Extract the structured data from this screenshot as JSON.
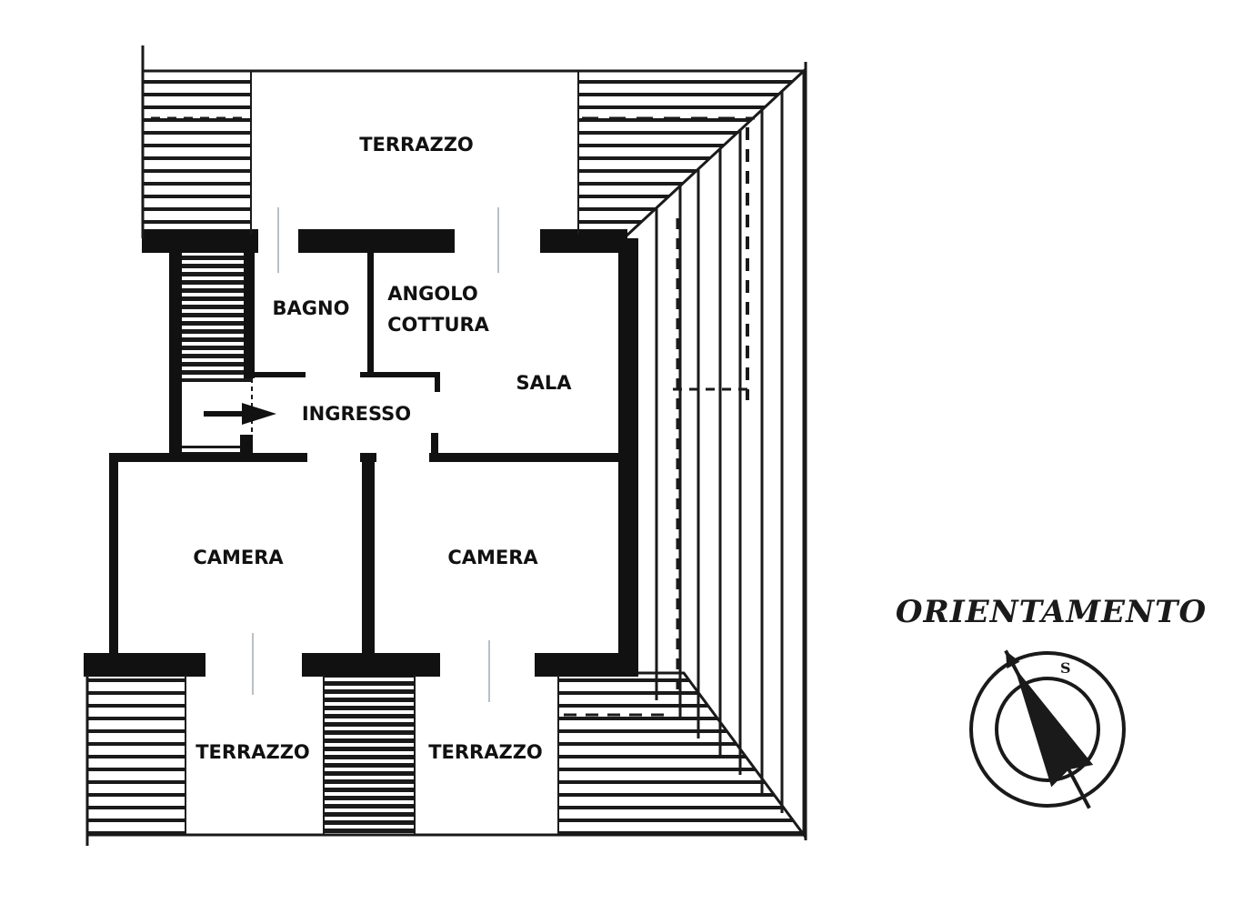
{
  "colors": {
    "wall": "#111111",
    "hatch": "#1a1a1a",
    "background": "#ffffff"
  },
  "rooms": {
    "terrazzo_north": "TERRAZZO",
    "bagno": "BAGNO",
    "angolo_line1": "ANGOLO",
    "angolo_line2": "COTTURA",
    "sala": "SALA",
    "ingresso": "INGRESSO",
    "camera_left": "CAMERA",
    "camera_right": "CAMERA",
    "terrazzo_south_left": "TERRAZZO",
    "terrazzo_south_right": "TERRAZZO"
  },
  "legend": {
    "title": "ORIENTAMENTO",
    "icon": "compass-rose-icon"
  },
  "entrance": {
    "icon": "arrow-right-icon"
  }
}
